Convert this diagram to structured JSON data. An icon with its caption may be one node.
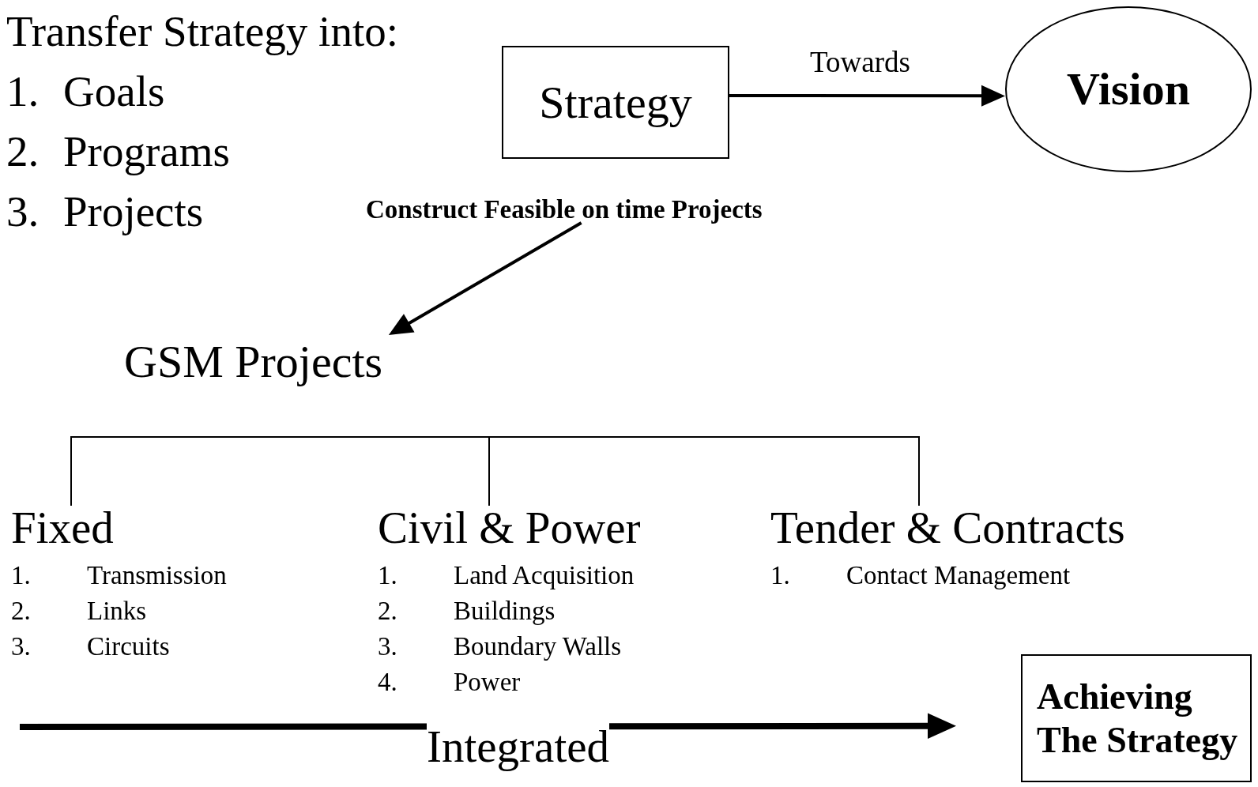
{
  "diagram": {
    "nodes": [
      {
        "text": [
          "Strategy"
        ]
      },
      {
        "text": [
          "Vision"
        ]
      },
      {
        "text": [
          "Construct Feasible on time Projects"
        ]
      },
      {
        "text": [
          "GSM Projects"
        ]
      },
      {
        "text": [
          "Fixed"
        ]
      },
      {
        "text": [
          "Civil & Power"
        ]
      },
      {
        "text": [
          "Tender & Contracts"
        ]
      },
      {
        "text": [
          "Achieving The Strategy"
        ]
      }
    ],
    "edges": [
      {
        "from": 0,
        "to": 1,
        "arrow": "to",
        "label": "Towards"
      },
      {
        "from": 2,
        "to": 3,
        "arrow": "to"
      },
      {
        "from": null,
        "to": 7,
        "arrow": "to",
        "label": "Integrated",
        "style": "thick"
      }
    ],
    "labels": [
      "Transfer Strategy into:",
      "1.",
      "Goals",
      "2.",
      "Programs",
      "3.",
      "Projects",
      "1.",
      "Transmission",
      "1.",
      "Land Acquisition",
      "1.",
      "Contact Management",
      "2.",
      "Links",
      "2.",
      "Buildings",
      "3.",
      "Circuits",
      "3.",
      "Boundary Walls",
      "4.",
      "Power"
    ]
  }
}
